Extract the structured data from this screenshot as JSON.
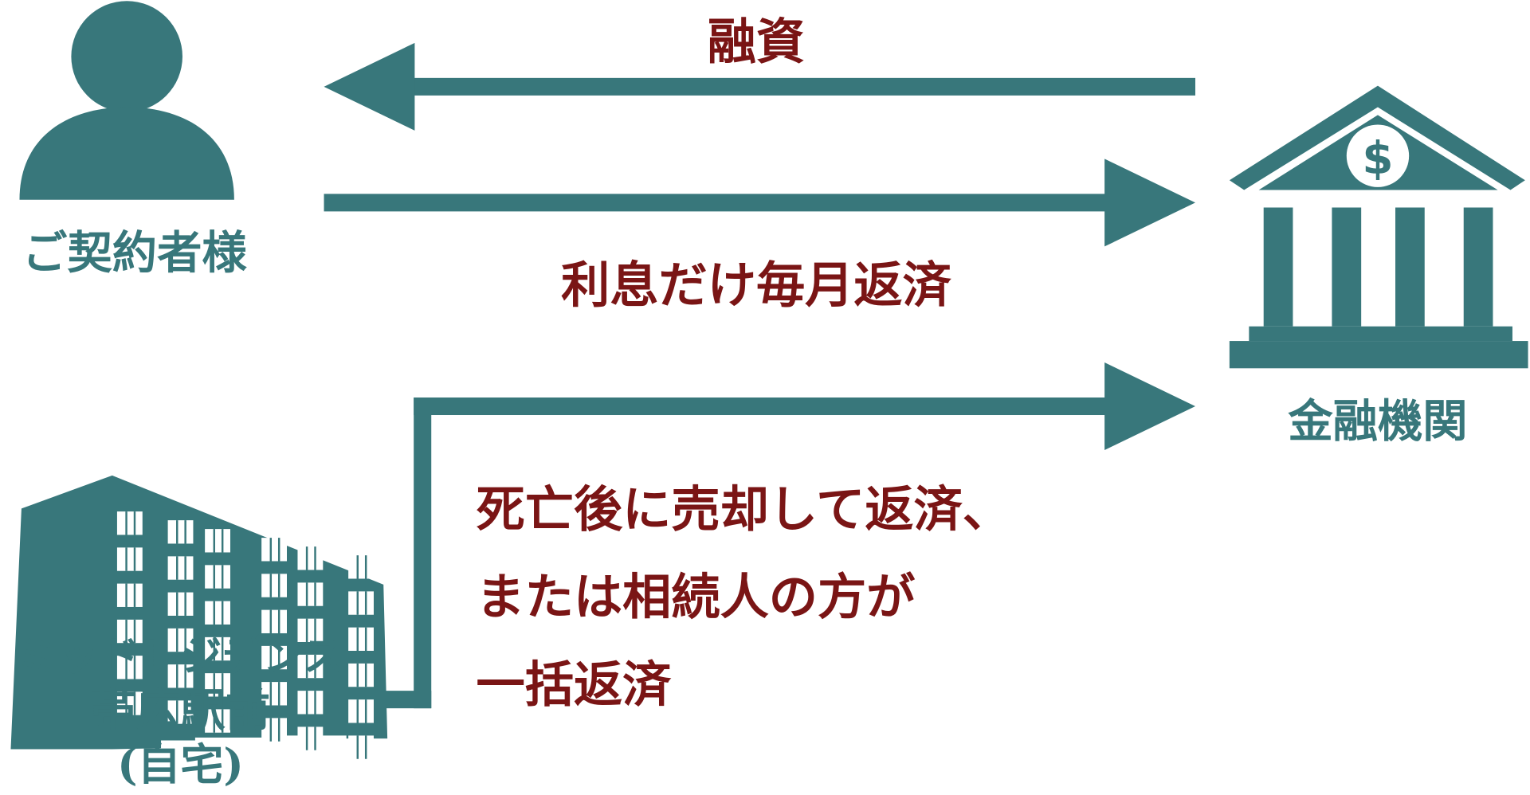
{
  "colors": {
    "teal": "#38777b",
    "red": "#7a1515"
  },
  "customer": {
    "label": "ご契約者様",
    "icon": "person-icon"
  },
  "bank": {
    "label": "金融機関",
    "icon": "bank-icon",
    "symbol": "$"
  },
  "home": {
    "label_line1": "ミッドレジデンス",
    "label_line2": "帯広駅前",
    "label_line3": "(自宅)",
    "icon": "apartment-building-icon"
  },
  "flows": {
    "loan": "融資",
    "monthly_interest": "利息だけ毎月返済",
    "repayment_line1": "死亡後に売却して返済、",
    "repayment_line2": "または相続人の方が",
    "repayment_line3": "一括返済"
  }
}
